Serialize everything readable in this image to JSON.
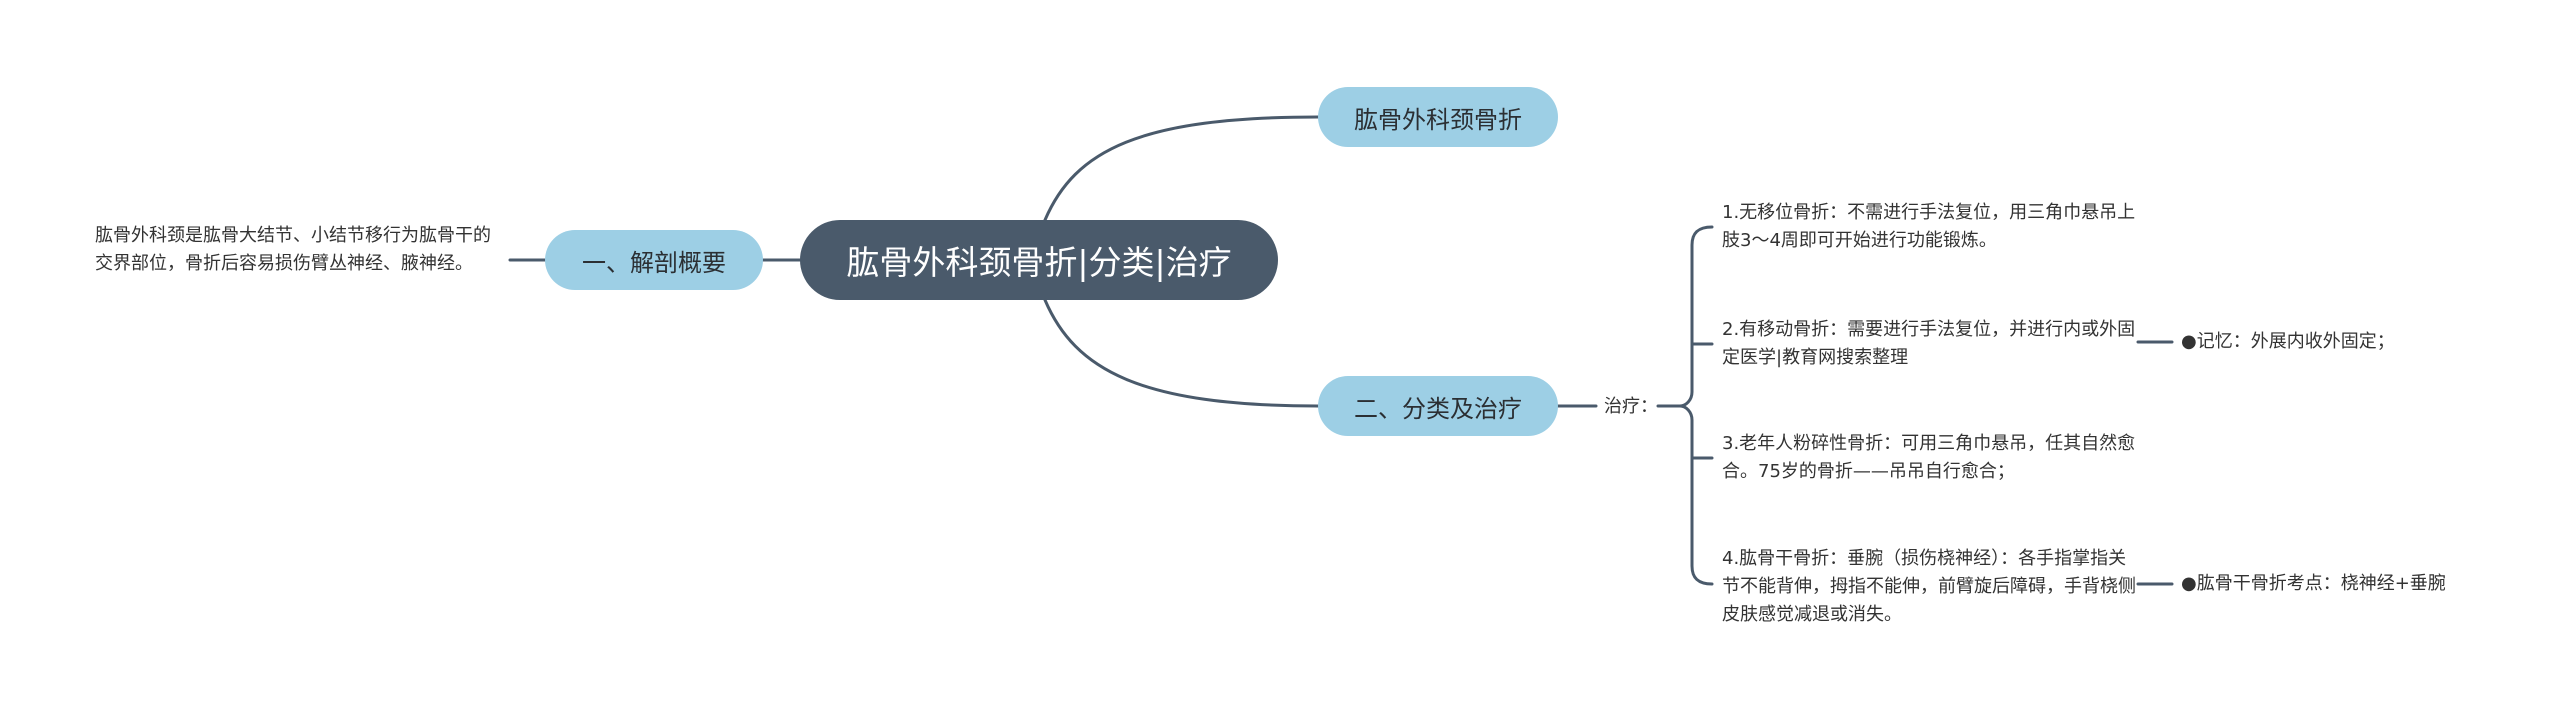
{
  "root": {
    "label": "肱骨外科颈骨折|分类|治疗"
  },
  "branches": {
    "top": {
      "label": "肱骨外科颈骨折"
    },
    "anatomy": {
      "label": "一、解剖概要",
      "note": "肱骨外科颈是肱骨大结节、小结节移行为肱骨干的交界部位，骨折后容易损伤臂丛神经、腋神经。"
    },
    "classification": {
      "label": "二、分类及治疗",
      "child": "治疗：",
      "items": [
        {
          "text": "1.无移位骨折：不需进行手法复位，用三角巾悬吊上肢3～4周即可开始进行功能锻炼。"
        },
        {
          "text": "2.有移动骨折：需要进行手法复位，并进行内或外固定医学|教育网搜索整理",
          "memo": "●记忆：外展内收外固定；"
        },
        {
          "text": "3.老年人粉碎性骨折：可用三角巾悬吊，任其自然愈合。75岁的骨折——吊吊自行愈合；"
        },
        {
          "text": "4.肱骨干骨折：垂腕（损伤桡神经）：各手指掌指关节不能背伸，拇指不能伸，前臂旋后障碍，手背桡侧皮肤感觉减退或消失。",
          "memo": "●肱骨干骨折考点：桡神经+垂腕"
        }
      ]
    }
  },
  "colors": {
    "root_bg": "#4a5a6b",
    "branch_bg": "#9dcfe5",
    "line": "#4a5a6b",
    "text": "#333333"
  }
}
